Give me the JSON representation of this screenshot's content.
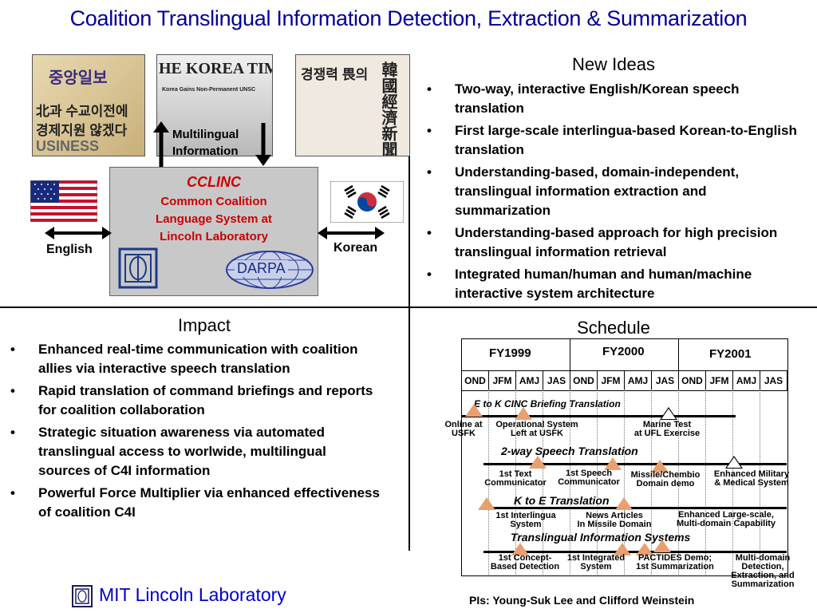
{
  "title": "Coalition Translingual Information Detection, Extraction & Summarization",
  "graphic": {
    "newspapers": [
      "중앙일보",
      "HE KOREA TIMES",
      "경쟁력 畏의"
    ],
    "newspaper_sub": [
      "北과 수교이전에",
      "경제지원 않겠다",
      "USINESS",
      "Korea Gains Non-Permanent UNSC",
      "韓國經濟新聞"
    ],
    "multilingual_label_1": "Multilingual",
    "multilingual_label_2": "Information",
    "cclinc": "CCLINC",
    "cclinc_line1": "Common Coalition",
    "cclinc_line2": "Language System at",
    "cclinc_line3": "Lincoln Laboratory",
    "darpa": "DARPA",
    "english": "English",
    "korean": "Korean"
  },
  "new_ideas": {
    "heading": "New Ideas",
    "items": [
      "Two-way, interactive English/Korean speech translation",
      "First large-scale interlingua-based Korean-to-English translation",
      "Understanding-based, domain-independent, translingual information extraction and summarization",
      "Understanding-based approach for high precision translingual information retrieval",
      "Integrated human/human and human/machine interactive system architecture"
    ]
  },
  "impact": {
    "heading": "Impact",
    "items": [
      "Enhanced real-time communication with coalition allies via interactive speech translation",
      "Rapid translation of command briefings and reports for coalition collaboration",
      "Strategic situation awareness via automated translingual access to worlwide, multilingual sources of C4I information",
      "Powerful Force Multiplier via enhanced effectiveness of coalition C4I"
    ]
  },
  "schedule": {
    "heading": "Schedule",
    "fy": [
      "FY1999",
      "FY2000",
      "FY2001"
    ],
    "quarters": [
      "OND",
      "JFM",
      "AMJ",
      "JAS",
      "OND",
      "JFM",
      "AMJ",
      "JAS",
      "OND",
      "JFM",
      "AMJ",
      "JAS"
    ],
    "tracks": [
      "E to K CINC Briefing Translation",
      "2-way Speech Translation",
      "K to E Translation",
      "Translingual Information Systems"
    ],
    "milestones": {
      "online_1": "Online at",
      "online_2": "USFK",
      "opsys_1": "Operational System",
      "opsys_2": "Left at USFK",
      "marine_1": "Marine Test",
      "marine_2": "at UFL Exercise",
      "text_1": "1st Text",
      "text_2": "Communicator",
      "speech_1": "1st Speech",
      "speech_2": "Communicator",
      "missile_1": "Missile/Chembio",
      "missile_2": "Domain demo",
      "enhmil_1": "Enhanced Military",
      "enhmil_2": "& Medical System",
      "interl_1": "1st Interlingua",
      "interl_2": "System",
      "news_1": "News Articles",
      "news_2": "In Missile Domain",
      "enhlarge_1": "Enhanced Large-scale,",
      "enhlarge_2": "Multi-domain Capability",
      "concept_1": "1st Concept-",
      "concept_2": "Based Detection",
      "integ_1": "1st Integrated",
      "integ_2": "System",
      "pactides_1": "PACTIDES Demo;",
      "pactides_2": "1st Summarization",
      "multi_1": "Multi-domain",
      "multi_2": "Detection,",
      "multi_3": "Extraction, and",
      "multi_4": "Summarization"
    }
  },
  "footer": {
    "lab": "MIT Lincoln Laboratory",
    "pis": "PIs: Young-Suk Lee and Clifford Weinstein"
  }
}
